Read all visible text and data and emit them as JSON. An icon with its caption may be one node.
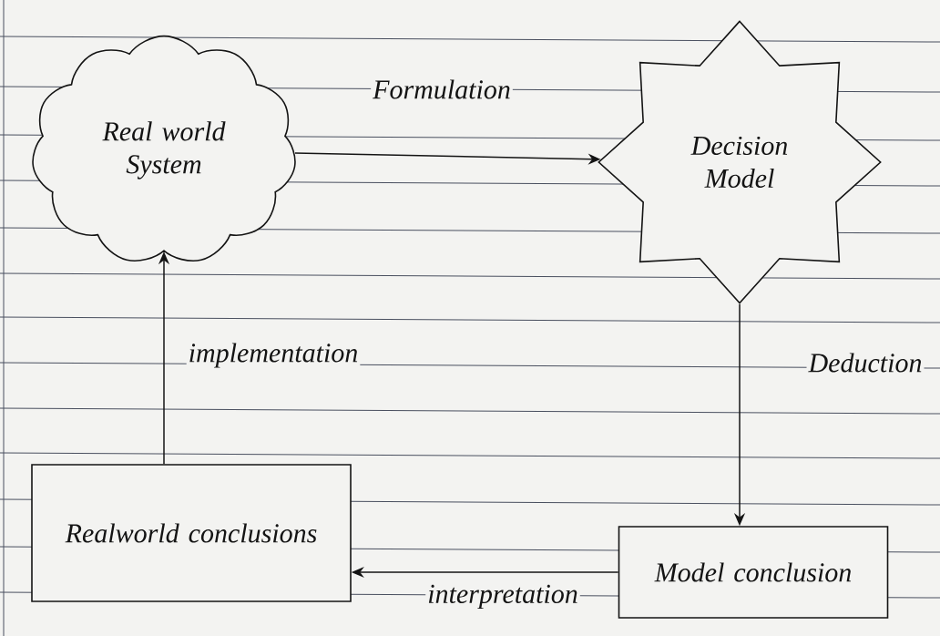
{
  "diagram": {
    "nodes": [
      {
        "text": [
          "Real world System"
        ]
      },
      {
        "text": [
          "Decision Model"
        ]
      },
      {
        "text": [
          "Realworld conclusions"
        ]
      },
      {
        "text": [
          "Model conclusion"
        ]
      }
    ],
    "edges": [
      {
        "from": 0,
        "to": 1,
        "arrow": "to",
        "label": "Formulation"
      },
      {
        "from": 1,
        "to": 3,
        "arrow": "to",
        "label": "Deduction"
      },
      {
        "from": 3,
        "to": 2,
        "arrow": "to",
        "label": "interpretation"
      },
      {
        "from": 2,
        "to": 0,
        "arrow": "to",
        "label": "implementation"
      }
    ]
  }
}
